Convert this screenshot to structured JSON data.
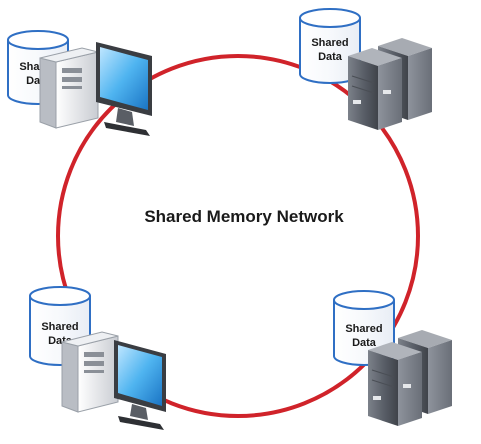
{
  "diagram": {
    "title": "Shared Memory Network",
    "ring_color": "#d0232a",
    "nodes": [
      {
        "kind": "desktop",
        "storage_label_line1": "Shared",
        "storage_label_line2": "Data"
      },
      {
        "kind": "server",
        "storage_label_line1": "Shared",
        "storage_label_line2": "Data"
      },
      {
        "kind": "desktop",
        "storage_label_line1": "Shared",
        "storage_label_line2": "Data"
      },
      {
        "kind": "server",
        "storage_label_line1": "Shared",
        "storage_label_line2": "Data"
      }
    ]
  }
}
